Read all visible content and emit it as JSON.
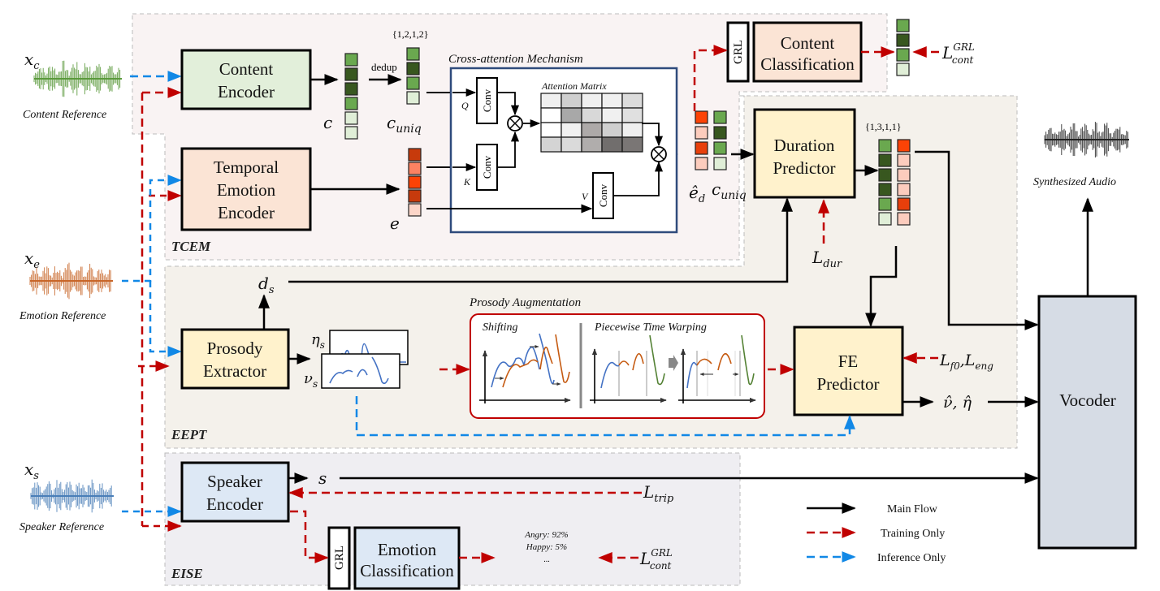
{
  "inputs": {
    "content": {
      "symbol": "x",
      "sub": "c",
      "caption": "Content Reference",
      "color": "#5b9a3c"
    },
    "emotion": {
      "symbol": "x",
      "sub": "e",
      "caption": "Emotion Reference",
      "color": "#c8672a"
    },
    "speaker": {
      "symbol": "x",
      "sub": "s",
      "caption": "Speaker Reference",
      "color": "#4a7fb8"
    }
  },
  "output": {
    "caption": "Synthesized Audio",
    "color": "#222222"
  },
  "regions": {
    "tcem": "TCEM",
    "eept": "EEPT",
    "eise": "EISE"
  },
  "blocks": {
    "content_encoder": [
      "Content",
      "Encoder"
    ],
    "temporal_emotion_encoder": [
      "Temporal",
      "Emotion",
      "Encoder"
    ],
    "content_classification": [
      "Content",
      "Classification"
    ],
    "duration_predictor": [
      "Duration",
      "Predictor"
    ],
    "prosody_extractor": [
      "Prosody",
      "Extractor"
    ],
    "fe_predictor": [
      "FE",
      "Predictor"
    ],
    "speaker_encoder": [
      "Speaker",
      "Encoder"
    ],
    "emotion_classification": [
      "Emotion",
      "Classification"
    ],
    "vocoder": "Vocoder",
    "grl": "GRL",
    "conv": "Conv"
  },
  "cross_attention": {
    "title": "Cross-attention Mechanism",
    "matrix_title": "Attention Matrix",
    "q": "Q",
    "k": "K",
    "v": "V",
    "matrix_shades": [
      [
        "#efefef",
        "#cfcfcf",
        "#efefef",
        "#f0f0f0",
        "#dcdcdc"
      ],
      [
        "#ffffff",
        "#a8a8a8",
        "#d8d8d8",
        "#f0f0f0",
        "#e0e0e0"
      ],
      [
        "#ffffff",
        "#f0f0f0",
        "#ada9a8",
        "#cfcfcf",
        "#efefef"
      ],
      [
        "#d4d4d4",
        "#dadada",
        "#b0adac",
        "#716e6d",
        "#7a7675"
      ]
    ]
  },
  "symbols": {
    "c": "c",
    "c_uniq": {
      "base": "c",
      "sub": "uniq"
    },
    "e": "e",
    "e_d": {
      "base": "ê",
      "sub": "d"
    },
    "d_s": {
      "base": "d",
      "sub": "s"
    },
    "eta_s": {
      "base": "η",
      "sub": "s"
    },
    "nu_s": {
      "base": "ν",
      "sub": "s"
    },
    "s": "s",
    "v_eta_hat": "ν̂, η̂",
    "dedup": "dedup",
    "dedup_counts": "{1,2,1,2}",
    "duration_counts": "{1,3,1,1}"
  },
  "losses": {
    "cont_grl_top": {
      "base": "L",
      "sup": "GRL",
      "sub": "cont"
    },
    "dur": {
      "base": "L",
      "sub": "dur"
    },
    "f0_eng": {
      "a_base": "L",
      "a_sub": "f0",
      "b_base": "L",
      "b_sub": "eng"
    },
    "trip": {
      "base": "L",
      "sub": "trip"
    },
    "cont_grl_bottom": {
      "base": "L",
      "sup": "GRL",
      "sub": "cont"
    }
  },
  "emotion_probs": [
    "Angry: 92%",
    "Happy: 5%",
    "..."
  ],
  "prosody_augmentation": {
    "title": "Prosody Augmentation",
    "shifting": "Shifting",
    "warping": "Piecewise Time Warping"
  },
  "vectors": {
    "c": [
      "#6aa84f",
      "#38571f",
      "#38571f",
      "#6aa84f",
      "#e0eed7",
      "#e0eed7"
    ],
    "c_uniq": [
      "#6aa84f",
      "#38571f",
      "#6aa84f",
      "#e0eed7"
    ],
    "e": [
      "#c73a0c",
      "#fb8262",
      "#fc4306",
      "#c73a0c",
      "#fcd5c8"
    ],
    "e_d": [
      "#fc4306",
      "#fcccbd",
      "#e83f0b",
      "#fcccbd"
    ],
    "content_cls_out": [
      "#6aa84f",
      "#38571f",
      "#6aa84f",
      "#e0eed7"
    ],
    "expanded_c": [
      "#6aa84f",
      "#38571f",
      "#38571f",
      "#38571f",
      "#6aa84f",
      "#e0eed7"
    ],
    "expanded_e": [
      "#fc4306",
      "#fcccbd",
      "#fcccbd",
      "#fcccbd",
      "#e83f0b",
      "#fcccbd"
    ]
  },
  "legend": [
    {
      "label": "Main Flow",
      "style": "solid",
      "color": "#000000"
    },
    {
      "label": "Training Only",
      "style": "dashed",
      "color": "#c00000"
    },
    {
      "label": "Inference Only",
      "style": "dashed",
      "color": "#1188e6"
    }
  ],
  "colors": {
    "training": "#c00000",
    "inference": "#1188e6",
    "green_block": "#e2efda",
    "peach_block": "#fbe4d5",
    "yellow_block": "#fff2cc",
    "blue_block": "#dde8f5",
    "vocoder": "#d6dce5",
    "tcem_bg": "#f9f3f3",
    "eept_bg": "#f4f1eb",
    "eise_bg": "#efeef2",
    "ca_border": "#2f4b7c",
    "aug_border": "#c00000",
    "curve_blue": "#4472c4",
    "curve_orange": "#c55a11",
    "curve_green": "#548235"
  }
}
